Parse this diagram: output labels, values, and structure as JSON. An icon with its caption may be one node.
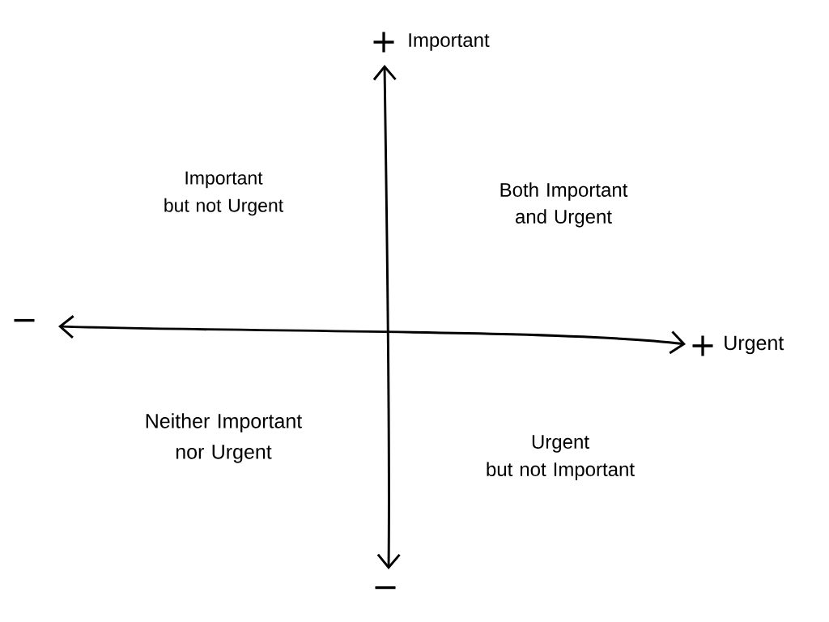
{
  "diagram": {
    "labels": [
      "+",
      "Important",
      "Important but not Urgent",
      "Both Important and Urgent",
      "−",
      "+",
      "Urgent",
      "Neither Important nor Urgent",
      "Urgent but not Important",
      "−"
    ]
  }
}
